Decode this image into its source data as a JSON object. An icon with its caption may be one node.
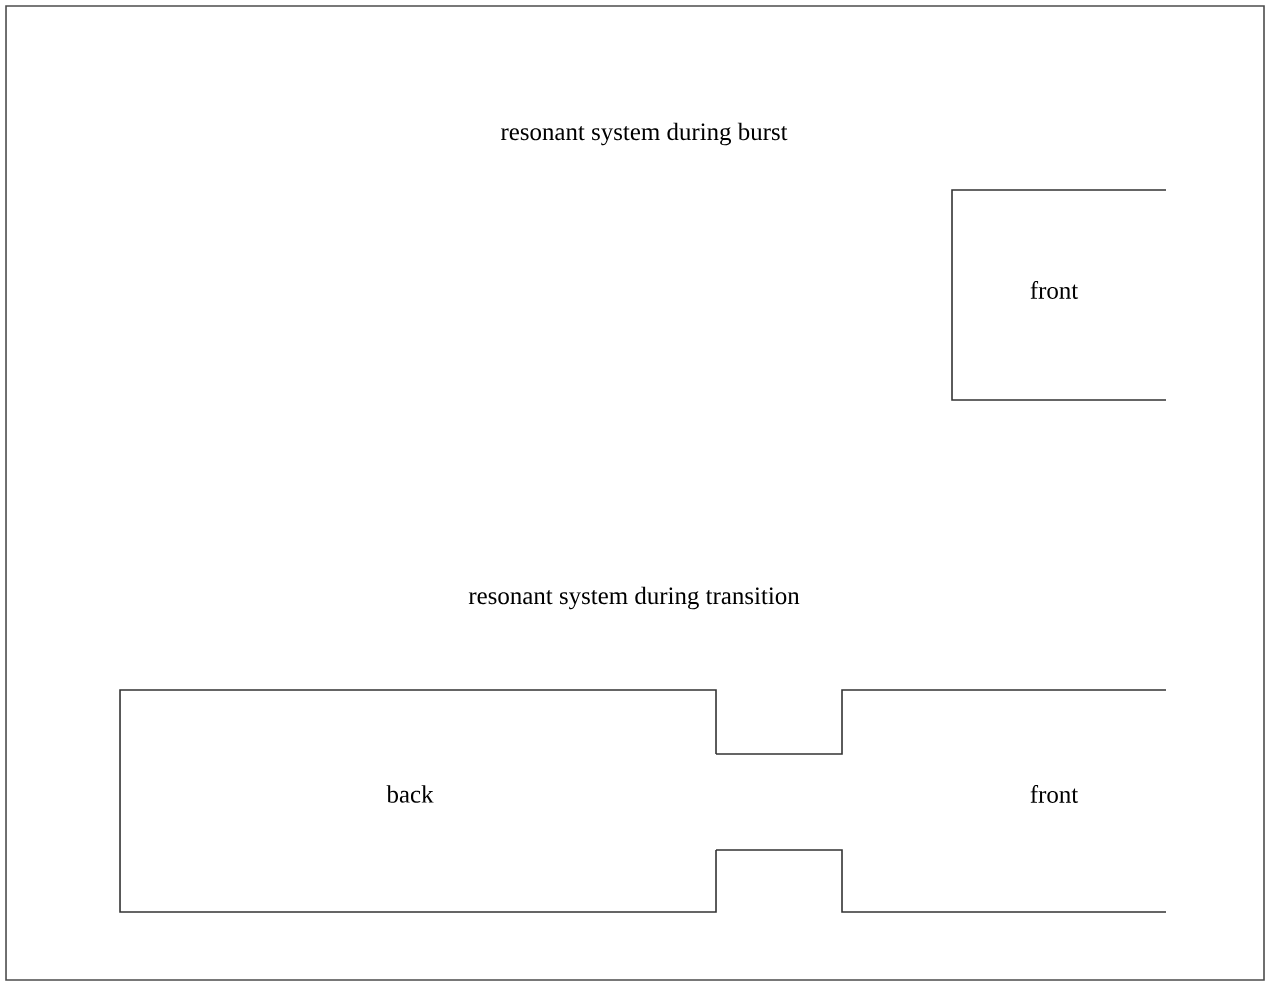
{
  "diagram": {
    "nodes": [
      {
        "text": [
          "front"
        ]
      },
      {
        "text": [
          "back"
        ]
      },
      {
        "text": [
          "front"
        ]
      }
    ],
    "labels": [
      "resonant system during burst",
      "resonant system during transition"
    ]
  }
}
